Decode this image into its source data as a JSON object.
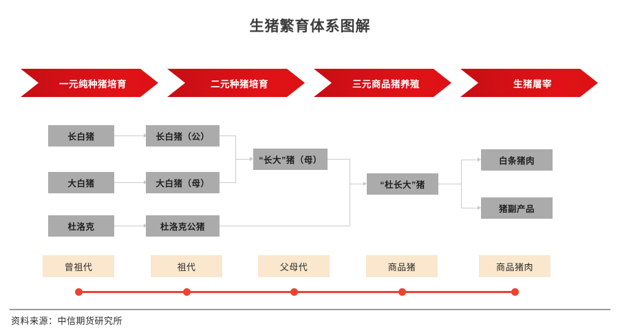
{
  "title": "生猪繁育体系图解",
  "stages": [
    {
      "label": "一元纯种猪培育"
    },
    {
      "label": "二元种猪培育"
    },
    {
      "label": "三元商品猪养殖"
    },
    {
      "label": "生猪屠宰"
    }
  ],
  "nodes": {
    "landrace": "长白猪",
    "landrace_boar": "长白猪（公）",
    "yorkshire": "大白猪",
    "yorkshire_sow": "大白猪（母）",
    "duroc": "杜洛克",
    "duroc_boar": "杜洛克公猪",
    "lw_sow": "“长大”猪（母）",
    "dlw": "“杜长大”猪",
    "carcass_pork": "白条猪肉",
    "by_products": "猪副产品"
  },
  "generations": [
    {
      "label": "曾祖代"
    },
    {
      "label": "祖代"
    },
    {
      "label": "父母代"
    },
    {
      "label": "商品猪"
    },
    {
      "label": "商品猪肉"
    }
  ],
  "footer": {
    "source": "资料来源：中信期货研究所"
  },
  "colors": {
    "chevron_red_dark": "#c60d14",
    "chevron_red_light": "#e01217",
    "node_gray": "#ababab",
    "generation_beige": "#fae7cd",
    "timeline_red": "#ee4036",
    "connector_gray": "#c9c9c9",
    "title_gray": "#3b3b3b"
  }
}
